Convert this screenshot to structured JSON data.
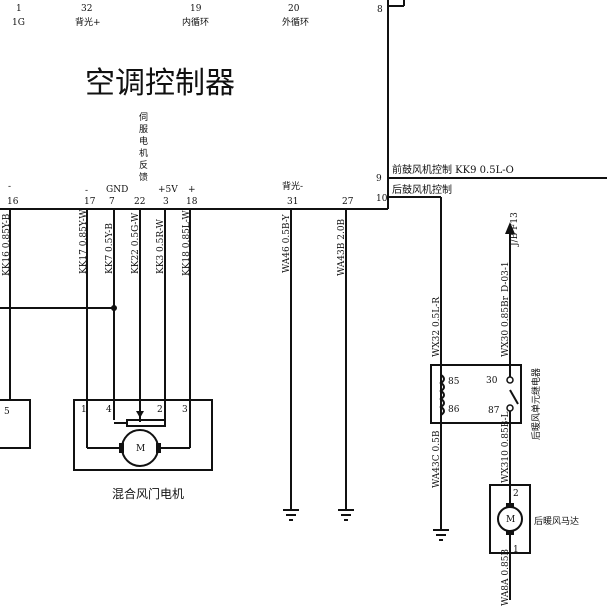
{
  "diagram": {
    "title": "空调控制器",
    "top_pins": [
      {
        "num": "1",
        "sub": "1G"
      },
      {
        "num": "32",
        "sub": "背光+"
      },
      {
        "num": "19",
        "sub": "内循环"
      },
      {
        "num": "20",
        "sub": "外循环"
      }
    ],
    "pin8": "8",
    "right_pins": [
      {
        "num": "9",
        "label": "前鼓风机控制 KK9 0.5L-O"
      },
      {
        "num": "10",
        "label": "后鼓风机控制"
      }
    ],
    "feedback_vertical": "伺服电机反馈",
    "pin_labels": {
      "minus": "-",
      "minus2": "-",
      "gnd": "GND",
      "plus5v": "+5V",
      "plus": "+",
      "backlight_minus": "背光-"
    },
    "bottom_pins": [
      "16",
      "17",
      "7",
      "22",
      "3",
      "18",
      "31",
      "27"
    ],
    "wires": {
      "w16": "KK16 0.85Y-B",
      "w17": "KK17 0.85Y-W",
      "w7": "KK7 0.5Y-B",
      "w22": "KK22 0.5G-W",
      "w3": "KK3 0.5R-W",
      "w18": "KK18 0.85L-W",
      "w31": "WA46 0.5B-Y",
      "w27": "WA43B 2.0B",
      "wx32": "WX32 0.5L-R",
      "wx30": "WX30 0.85Br",
      "wx30b": "D-03-1",
      "jb": "J/B F13",
      "wa43c": "WA43C 0.5B",
      "wx310": "WX310 0.85B-L",
      "wa8a": "WA8A 0.85B"
    },
    "motor_box": {
      "pins": [
        "1",
        "4",
        "2",
        "3"
      ],
      "motor": "M",
      "label": "混合风门电机"
    },
    "left_box_pin": "5",
    "relay": {
      "pins": [
        "85",
        "86",
        "30",
        "87"
      ],
      "label": "后暖风单元继电器"
    },
    "rear_motor": {
      "pin_top": "2",
      "pin_bottom": "1",
      "motor": "M",
      "label": "后暖风马达"
    }
  }
}
